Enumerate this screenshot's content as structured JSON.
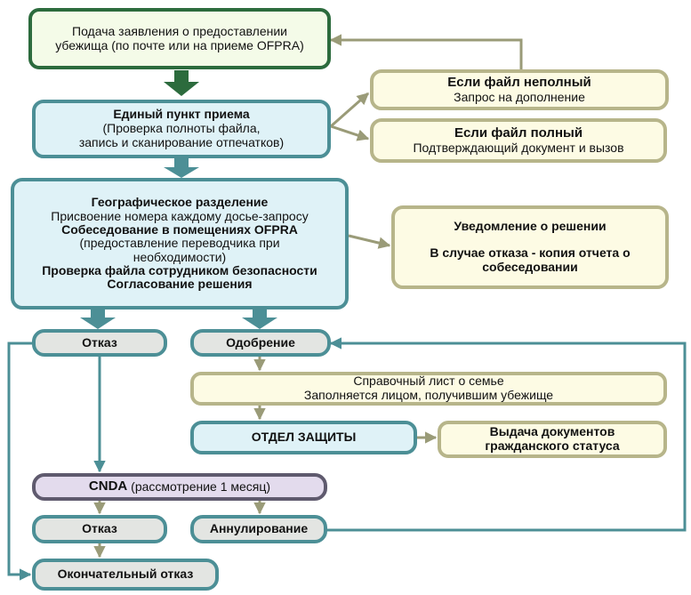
{
  "submit": {
    "lines": [
      "Подача заявления о предоставлении",
      "убежища (по почте или на приеме OFPRA)"
    ]
  },
  "incomplete": {
    "title": "Если файл неполный",
    "text": "Запрос на дополнение"
  },
  "complete": {
    "title": "Если файл полный",
    "text": "Подтверждающий документ и вызов"
  },
  "intake": {
    "title": "Единый пункт приема",
    "lines": [
      "(Проверка полноты файла,",
      "запись и сканирование отпечатков)"
    ]
  },
  "processing": {
    "lines": [
      "Географическое разделение",
      "Присвоение номера каждому досье-запросу",
      "Собеседование в помещениях OFPRA",
      "(предоставление переводчика при",
      "необходимости)",
      "Проверка файла сотрудником безопасности",
      "Согласование решения"
    ]
  },
  "notification": {
    "title": "Уведомление о решении",
    "lines": [
      "В случае отказа - копия отчета о",
      "собеседовании"
    ]
  },
  "refusal": {
    "label": "Отказ"
  },
  "approval": {
    "label": "Одобрение"
  },
  "family": {
    "title": "Справочный лист о семье",
    "text": "Заполняется лицом, получившим убежище"
  },
  "protection": {
    "label": "ОТДЕЛ ЗАЩИТЫ"
  },
  "civil_docs": {
    "lines": [
      "Выдача документов",
      "гражданского статуса"
    ]
  },
  "cnda": {
    "name": "CNDA",
    "detail": " (рассмотрение 1 месяц)"
  },
  "cnda_refusal": {
    "label": "Отказ"
  },
  "annulment": {
    "label": "Аннулирование"
  },
  "final_refusal": {
    "label": "Окончательный отказ"
  },
  "colors": {
    "dark_green": "#2c6b3d",
    "teal": "#4c8f96",
    "olive": "#9a9b78",
    "purple_border": "#5f5a6e",
    "yellow_fill": "#fdfbe4",
    "blue_fill": "#dff2f7",
    "gray_fill": "#e3e5e2",
    "purple_fill": "#e3dbed"
  }
}
